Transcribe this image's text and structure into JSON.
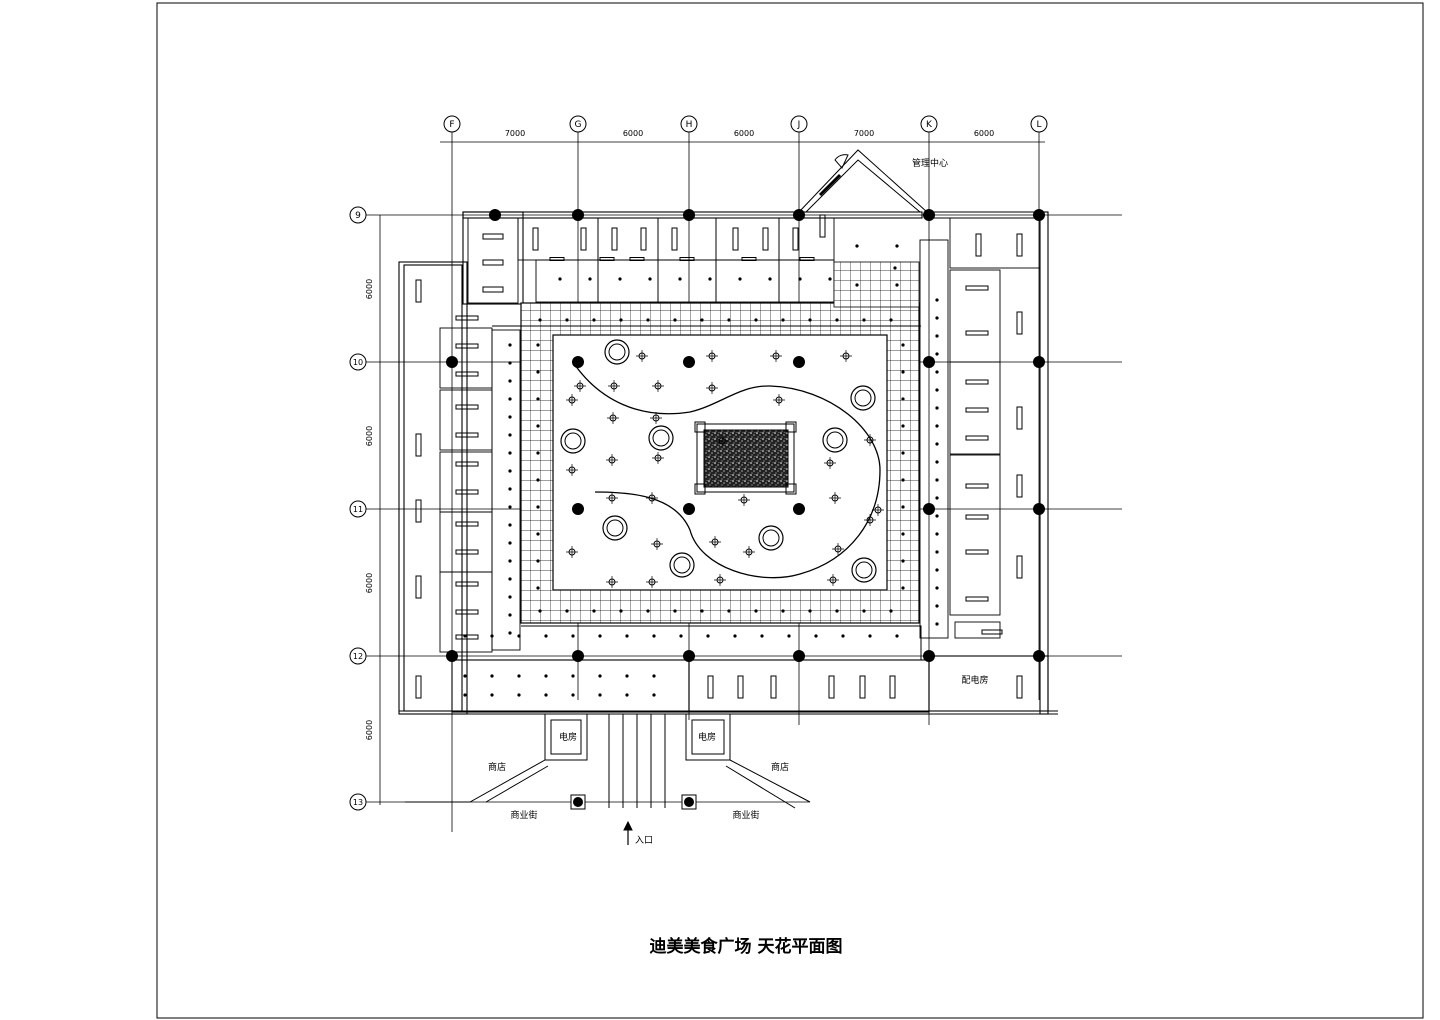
{
  "drawing": {
    "title": "迪美美食广场 天花平面图",
    "grid_columns": [
      "F",
      "G",
      "H",
      "J",
      "K",
      "L"
    ],
    "grid_rows": [
      "9",
      "10",
      "11",
      "12",
      "13"
    ],
    "col_dimensions": [
      "7000",
      "6000",
      "6000",
      "7000",
      "6000"
    ],
    "row_dimensions": [
      "6000",
      "6000",
      "6000",
      "6000"
    ],
    "rooms": {
      "mgmt_center": "管理中心",
      "power_room": "配电房",
      "electric_room_left": "电房",
      "electric_room_right": "电房",
      "shop_left": "商店",
      "shop_right": "商店",
      "street_left": "商业街",
      "street_right": "商业街",
      "entrance": "入口"
    }
  },
  "colors": {
    "line": "#000000",
    "background": "#ffffff"
  }
}
